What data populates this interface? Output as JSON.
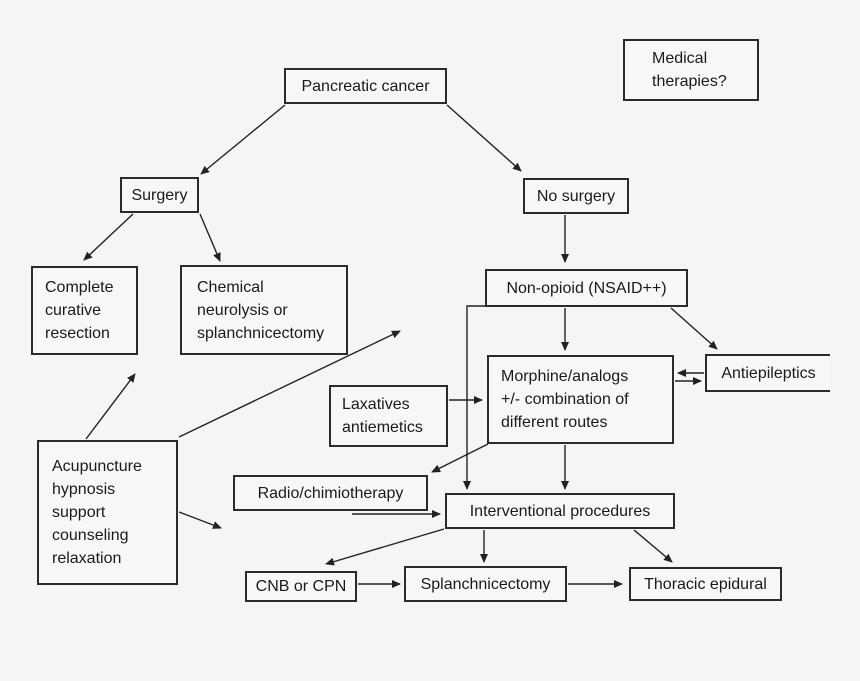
{
  "figure": {
    "type": "flowchart",
    "question_label": "Medical\ntherapies?"
  },
  "colors": {
    "background": "#f5f5f5",
    "line": "#222222",
    "text": "#1a1a1a"
  },
  "nodes": {
    "pancreatic_cancer": {
      "label": "Pancreatic cancer"
    },
    "medical_therapies": {
      "label": "Medical\ntherapies?"
    },
    "surgery": {
      "label": "Surgery"
    },
    "no_surgery": {
      "label": "No surgery"
    },
    "complete_curative_resection": {
      "label": "Complete\ncurative\nresection"
    },
    "chemical_neurolysis": {
      "label": "Chemical\nneurolysis or\nsplanchnicectomy"
    },
    "non_opioid": {
      "label": "Non-opioid (NSAID++)"
    },
    "antiepileptics": {
      "label": "Antiepileptics"
    },
    "morphine_analogs": {
      "label": "Morphine/analogs\n+/- combination of\ndifferent routes"
    },
    "laxatives_antiemetics": {
      "label": "Laxatives\nantiemetics"
    },
    "acupuncture_group": {
      "label": "Acupuncture\nhypnosis\nsupport\ncounseling\nrelaxation"
    },
    "radio_chimiotherapy": {
      "label": "Radio/chimiotherapy"
    },
    "interventional_procedures": {
      "label": "Interventional procedures"
    },
    "cnb_or_cpn": {
      "label": "CNB or CPN"
    },
    "splanchnicectomy": {
      "label": "Splanchnicectomy"
    },
    "thoracic_epidural": {
      "label": "Thoracic epidural"
    }
  },
  "edges": [
    {
      "from": "pancreatic_cancer",
      "to": "surgery"
    },
    {
      "from": "pancreatic_cancer",
      "to": "no_surgery"
    },
    {
      "from": "surgery",
      "to": "complete_curative_resection"
    },
    {
      "from": "surgery",
      "to": "chemical_neurolysis"
    },
    {
      "from": "no_surgery",
      "to": "non_opioid"
    },
    {
      "from": "non_opioid",
      "to": "morphine_analogs"
    },
    {
      "from": "non_opioid",
      "to": "antiepileptics"
    },
    {
      "from": "non_opioid",
      "to": "interventional_procedures"
    },
    {
      "from": "antiepileptics",
      "to": "morphine_analogs"
    },
    {
      "from": "morphine_analogs",
      "to": "antiepileptics"
    },
    {
      "from": "laxatives_antiemetics",
      "to": "morphine_analogs"
    },
    {
      "from": "morphine_analogs",
      "to": "radio_chimiotherapy"
    },
    {
      "from": "morphine_analogs",
      "to": "interventional_procedures"
    },
    {
      "from": "radio_chimiotherapy",
      "to": "interventional_procedures"
    },
    {
      "from": "acupuncture_group",
      "to": "complete_curative_resection"
    },
    {
      "from": "acupuncture_group",
      "to": "morphine_analogs"
    },
    {
      "from": "acupuncture_group",
      "to": "interventional_procedures"
    },
    {
      "from": "interventional_procedures",
      "to": "cnb_or_cpn"
    },
    {
      "from": "interventional_procedures",
      "to": "splanchnicectomy"
    },
    {
      "from": "interventional_procedures",
      "to": "thoracic_epidural"
    },
    {
      "from": "cnb_or_cpn",
      "to": "splanchnicectomy"
    },
    {
      "from": "splanchnicectomy",
      "to": "thoracic_epidural"
    }
  ]
}
